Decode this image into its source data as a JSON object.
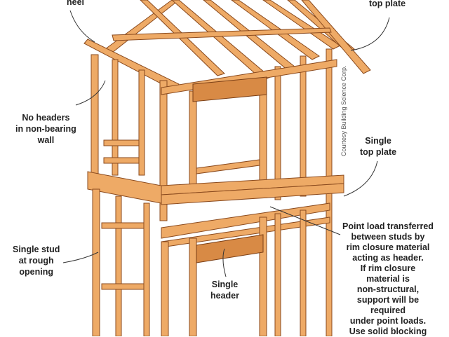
{
  "labels": {
    "heel": "heel",
    "top_plate": "top plate",
    "no_headers": [
      "No headers",
      "in non-bearing",
      "wall"
    ],
    "single_top_plate": [
      "Single",
      "top plate"
    ],
    "single_stud": [
      "Single stud",
      "at rough",
      "opening"
    ],
    "single_header": [
      "Single",
      "header"
    ],
    "point_load": [
      "Point load transferred",
      "between studs by",
      "rim closure material",
      "acting as header.",
      "If rim closure",
      "material is",
      "non-structural,",
      "support will be",
      "required",
      "under point loads.",
      "Use solid blocking"
    ]
  },
  "credit": "Courtesy Building Science Corp.",
  "colors": {
    "wood": "#eeaa66",
    "wood_edge": "#8a4a1e",
    "text": "#222222"
  }
}
